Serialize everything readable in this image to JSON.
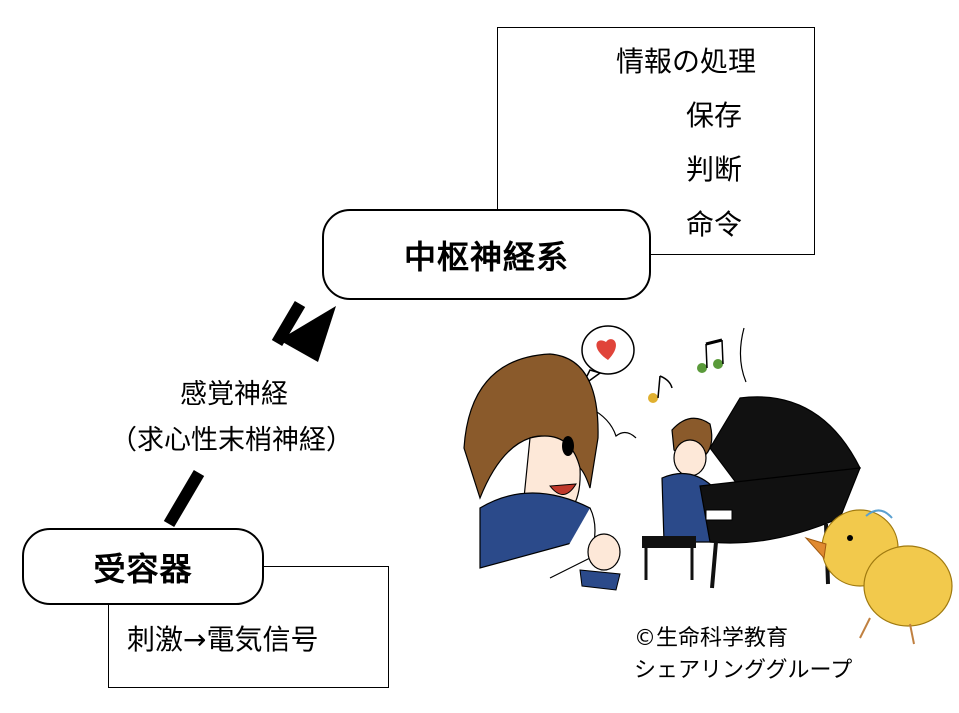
{
  "nodes": {
    "cns": {
      "label": "中枢神経系",
      "functions": [
        "情報の処理",
        "保存",
        "判断",
        "命令"
      ]
    },
    "receptor": {
      "label": "受容器",
      "function": "刺激→電気信号"
    }
  },
  "edge": {
    "label_line1": "感覚神経",
    "label_line2": "（求心性末梢神経）"
  },
  "credit": {
    "line1": "©生命科学教育",
    "line2": "シェアリンググループ"
  },
  "colors": {
    "hair": "#8a5a2b",
    "uniform": "#2b4a8a",
    "piano": "#111111",
    "chick": "#f2c94c",
    "heart": "#e0443a",
    "notes": "#5a9a3a"
  }
}
